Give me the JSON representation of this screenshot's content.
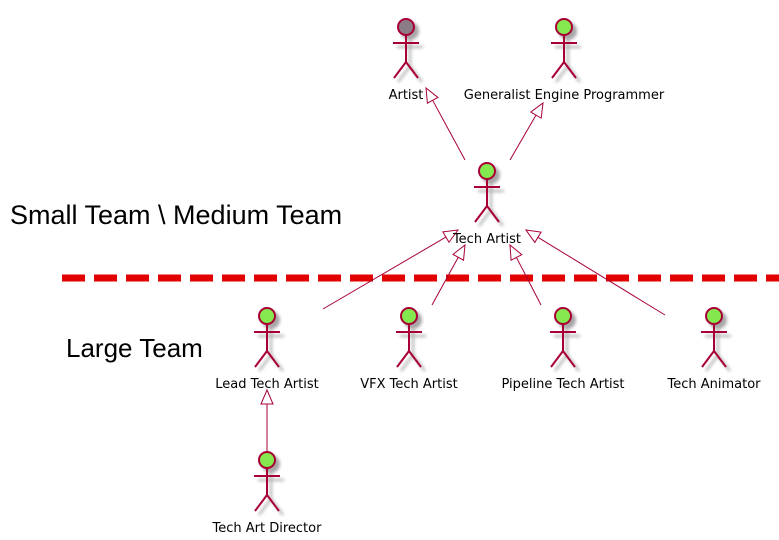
{
  "colors": {
    "actor_fill_default": "#84e84f",
    "actor_fill_artist": "#8b7b87",
    "actor_stroke": "#a80036",
    "edge": "#a80036",
    "divider": "#e00000"
  },
  "team_labels": {
    "small_medium": "Small Team \\ Medium Team",
    "large": "Large Team"
  },
  "actors": [
    {
      "id": "artist",
      "label": "Artist",
      "fill": "#8b7b87"
    },
    {
      "id": "generalist-engine-programmer",
      "label": "Generalist Engine Programmer",
      "fill": "#84e84f"
    },
    {
      "id": "tech-artist",
      "label": "Tech Artist",
      "fill": "#84e84f"
    },
    {
      "id": "lead-tech-artist",
      "label": "Lead Tech Artist",
      "fill": "#84e84f"
    },
    {
      "id": "vfx-tech-artist",
      "label": "VFX Tech Artist",
      "fill": "#84e84f"
    },
    {
      "id": "pipeline-tech-artist",
      "label": "Pipeline Tech Artist",
      "fill": "#84e84f"
    },
    {
      "id": "tech-animator",
      "label": "Tech Animator",
      "fill": "#84e84f"
    },
    {
      "id": "tech-art-director",
      "label": "Tech Art Director",
      "fill": "#84e84f"
    }
  ],
  "relationships": [
    {
      "from": "tech-artist",
      "to": "artist",
      "type": "generalization"
    },
    {
      "from": "tech-artist",
      "to": "generalist-engine-programmer",
      "type": "generalization"
    },
    {
      "from": "lead-tech-artist",
      "to": "tech-artist",
      "type": "generalization"
    },
    {
      "from": "vfx-tech-artist",
      "to": "tech-artist",
      "type": "generalization"
    },
    {
      "from": "pipeline-tech-artist",
      "to": "tech-artist",
      "type": "generalization"
    },
    {
      "from": "tech-animator",
      "to": "tech-artist",
      "type": "generalization"
    },
    {
      "from": "tech-art-director",
      "to": "lead-tech-artist",
      "type": "generalization"
    }
  ]
}
